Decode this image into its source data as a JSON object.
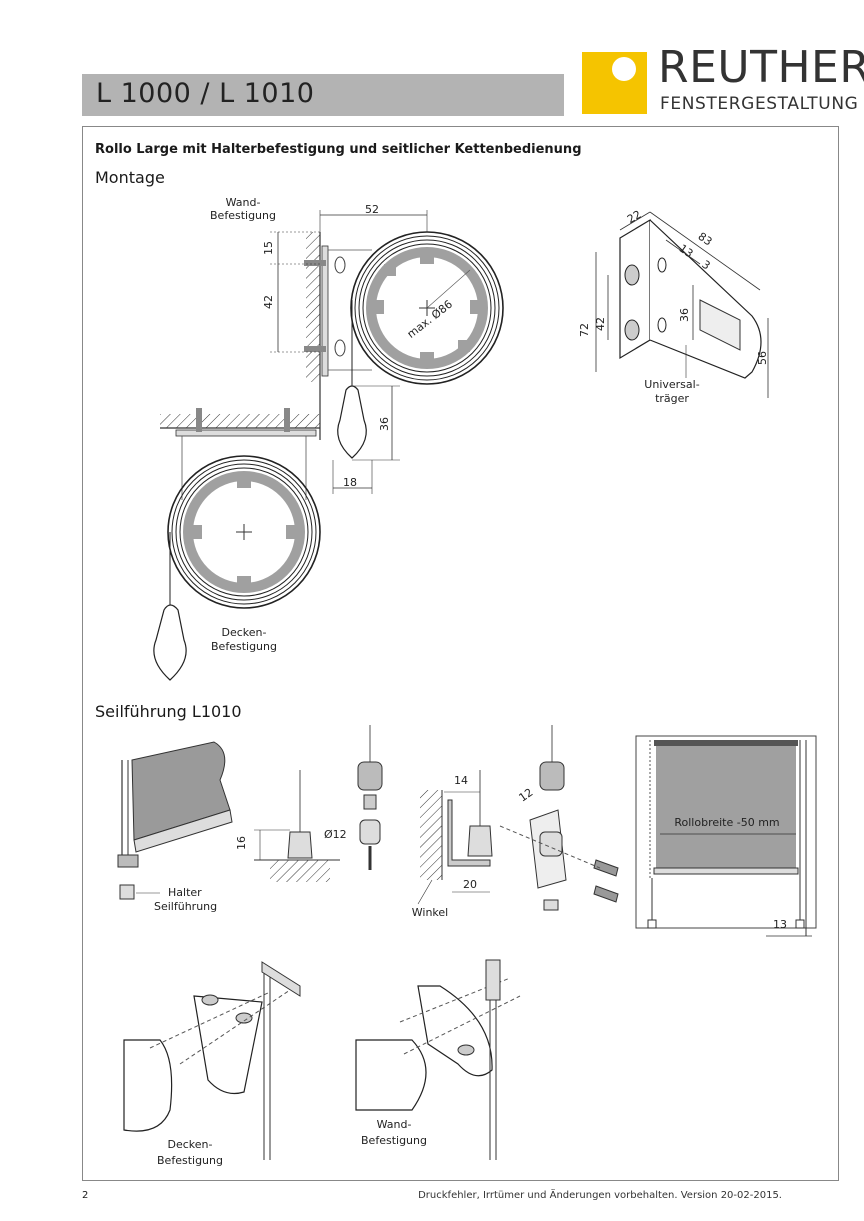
{
  "header": {
    "title": "L 1000 / L 1010",
    "brand_name": "REUTHER",
    "brand_subtitle": "FENSTERGESTALTUNG",
    "brand_color": "#f5c400",
    "bar_color": "#b3b3b3"
  },
  "document": {
    "title": "Rollo Large mit Halterbefestigung und seitlicher Kettenbedienung"
  },
  "montage": {
    "heading": "Montage",
    "wall_label_1": "Wand-",
    "wall_label_2": "Befestigung",
    "ceiling_label_1": "Decken-",
    "ceiling_label_2": "Befestigung",
    "dims": {
      "width_52": "52",
      "top_15": "15",
      "spacing_42": "42",
      "diameter": "max. Ø86",
      "loop_36": "36",
      "loop_18": "18"
    },
    "bracket": {
      "label_1": "Universal-",
      "label_2": "träger",
      "dim_22": "22",
      "dim_83": "83",
      "dim_13": "13",
      "dim_3": "3",
      "dim_72": "72",
      "dim_42": "42",
      "dim_36": "36",
      "dim_56": "56"
    }
  },
  "cable_guide": {
    "heading": "Seilführung L1010",
    "holder_label_1": "Halter",
    "holder_label_2": "Seilführung",
    "dim_16": "16",
    "dim_d12": "Ø12",
    "dim_14": "14",
    "dim_12": "12",
    "dim_20": "20",
    "angle_label": "Winkel",
    "blind_width": "Rollobreite -50 mm",
    "dim_13": "13",
    "ceiling_label_1": "Decken-",
    "ceiling_label_2": "Befestigung",
    "wall_label_1": "Wand-",
    "wall_label_2": "Befestigung"
  },
  "footer": {
    "page_number": "2",
    "note": "Druckfehler, Irrtümer und Änderungen vorbehalten. Version 20-02-2015."
  }
}
